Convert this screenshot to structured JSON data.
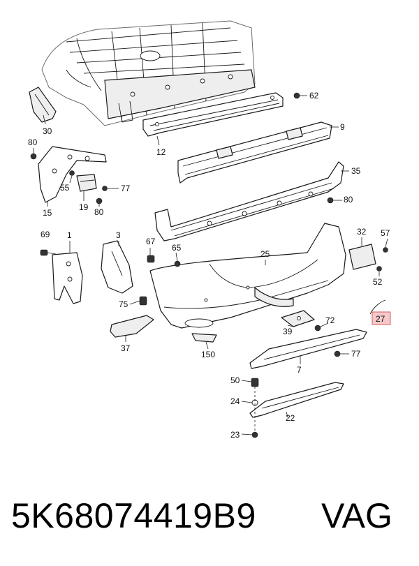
{
  "callouts": {
    "c62": "62",
    "c9": "9",
    "c30": "30",
    "c12": "12",
    "c80a": "80",
    "c35": "35",
    "c55": "55",
    "c77a": "77",
    "c80b": "80",
    "c15": "15",
    "c19": "19",
    "c80c": "80",
    "c69": "69",
    "c1": "1",
    "c3": "3",
    "c67": "67",
    "c65": "65",
    "c25": "25",
    "c32": "32",
    "c57": "57",
    "c52": "52",
    "c75": "75",
    "c27": "27",
    "c72": "72",
    "c39": "39",
    "c37": "37",
    "c150": "150",
    "c77b": "77",
    "c7": "7",
    "c50": "50",
    "c24": "24",
    "c22": "22",
    "c23": "23"
  },
  "highlight_color": "#f6c9c9",
  "footer": {
    "part_number": "5K68074419B9",
    "brand": "VAG"
  }
}
